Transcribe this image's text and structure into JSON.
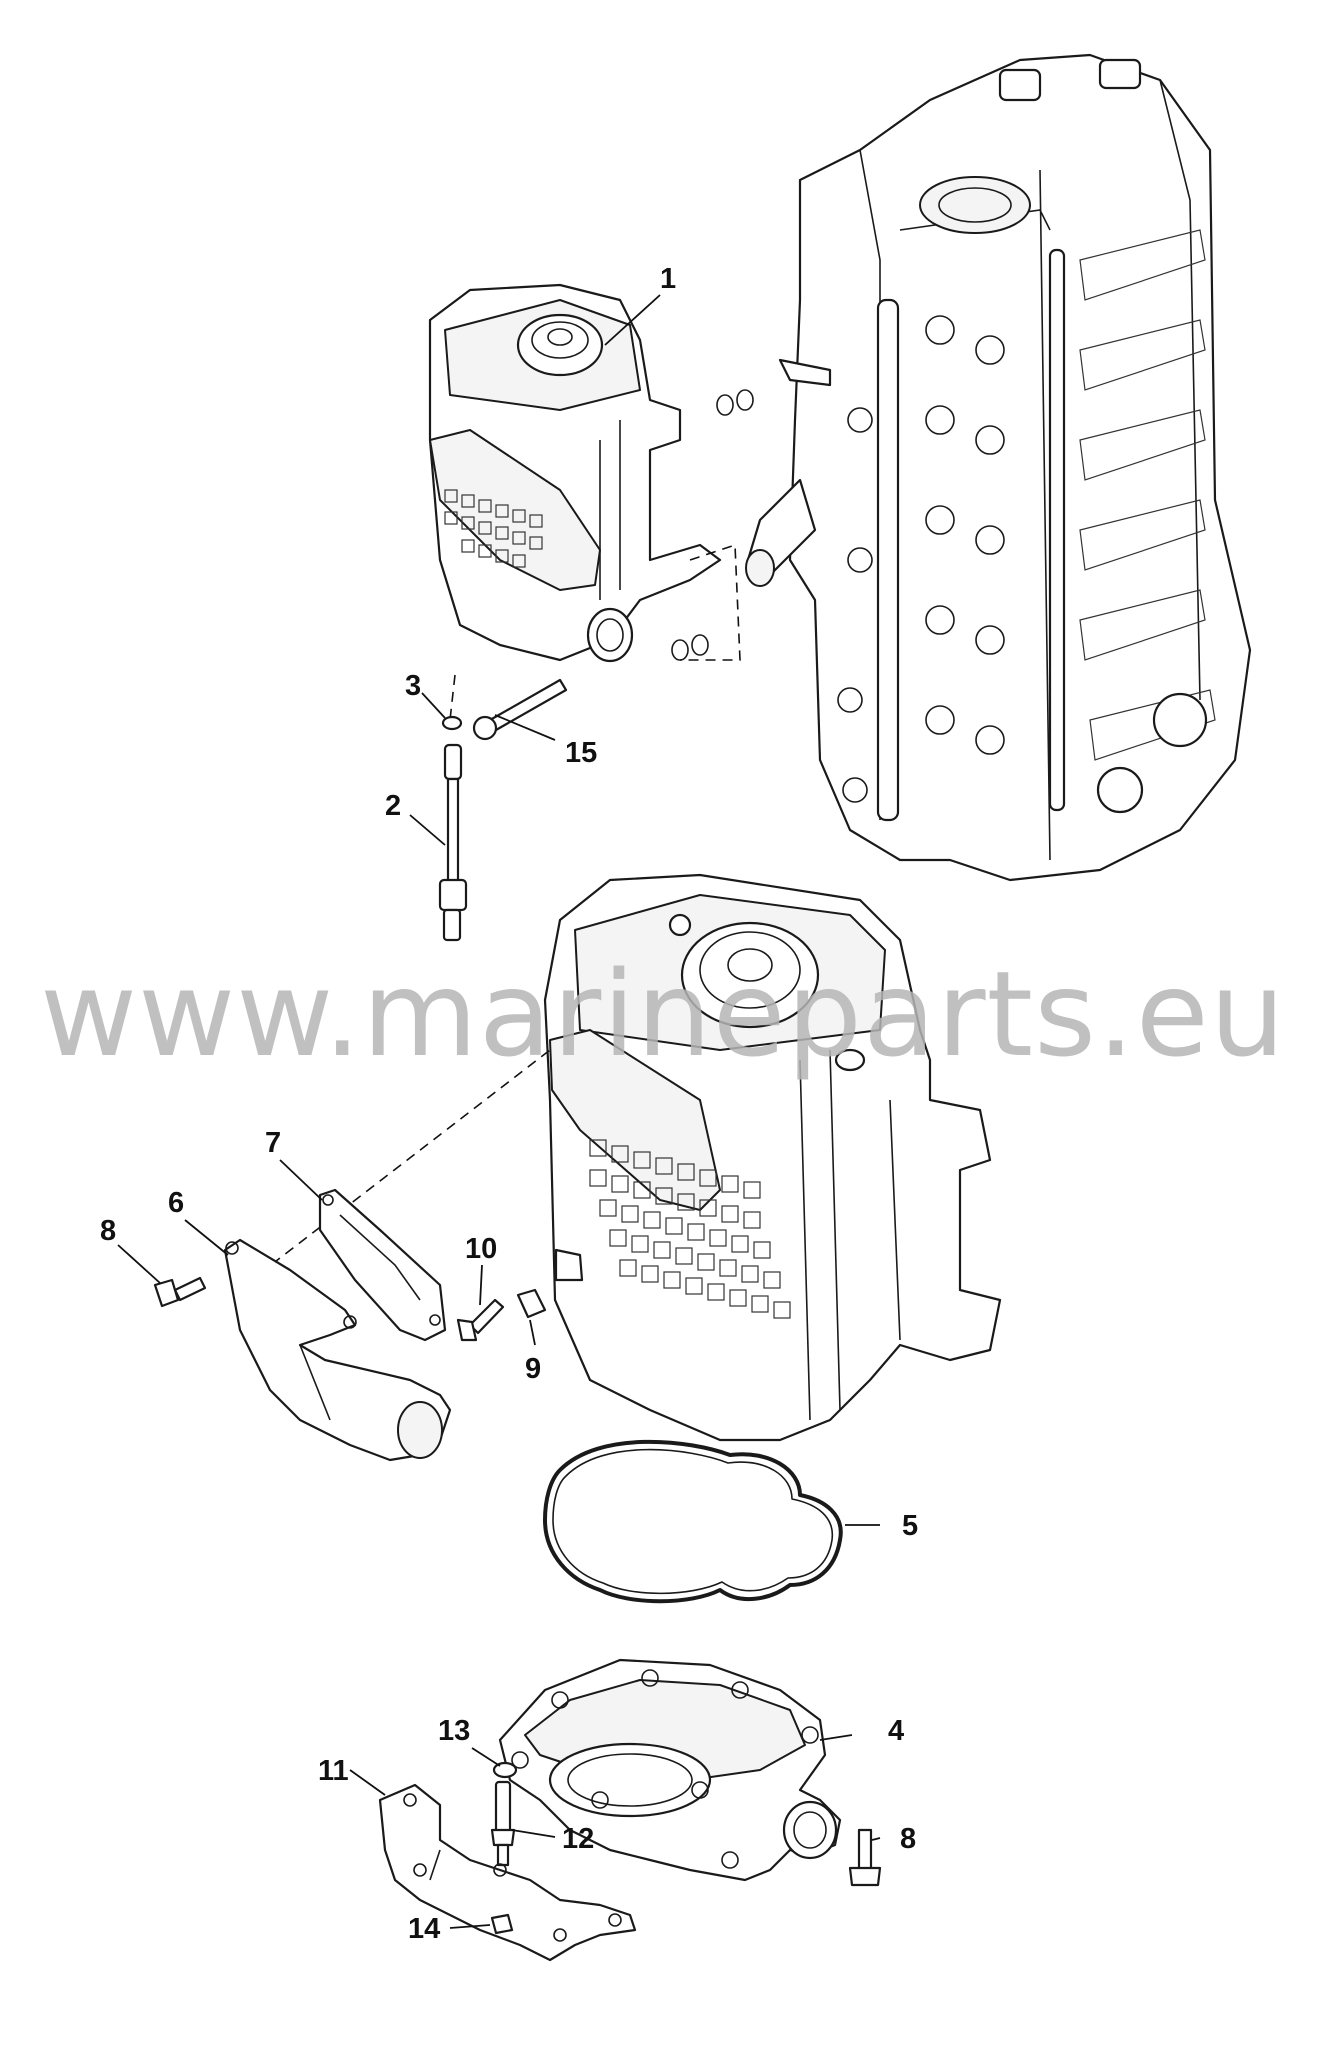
{
  "watermark": "www.marineparts.eu",
  "callouts": {
    "c1": "1",
    "c2": "2",
    "c3": "3",
    "c4": "4",
    "c5": "5",
    "c6": "6",
    "c7": "7",
    "c8a": "8",
    "c8b": "8",
    "c9": "9",
    "c10": "10",
    "c11": "11",
    "c12": "12",
    "c13": "13",
    "c14": "14",
    "c15": "15"
  },
  "colors": {
    "line": "#1a1a1a",
    "watermark": "#b5b5b5",
    "background": "#ffffff"
  }
}
